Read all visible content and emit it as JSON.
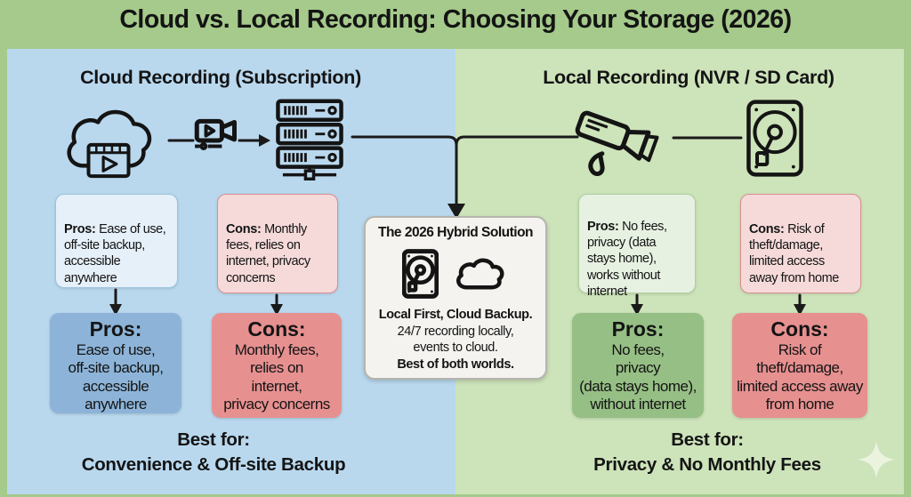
{
  "title": "Cloud vs. Local Recording: Choosing Your Storage (2026)",
  "left": {
    "header": "Cloud Recording (Subscription)",
    "pros_note": {
      "label": "Pros:",
      "text": " Ease of use,\noff-site backup,\naccessible\nanywhere"
    },
    "cons_note": {
      "label": "Cons:",
      "text": " Monthly\nfees, relies on\ninternet, privacy\nconcerns"
    },
    "pros_box": {
      "heading": "Pros:",
      "body": "Ease of use,\noff-site backup,\naccessible\nanywhere"
    },
    "cons_box": {
      "heading": "Cons:",
      "body": "Monthly fees,\nrelies on\ninternet,\nprivacy concerns"
    },
    "best_for_label": "Best for:",
    "best_for_value": "Convenience & Off-site Backup"
  },
  "right": {
    "header": "Local Recording (NVR / SD Card)",
    "pros_note": {
      "label": "Pros:",
      "text": " No fees,\nprivacy (data\nstays home),\nworks without\ninternet"
    },
    "cons_note": {
      "label": "Cons:",
      "text": " Risk of\ntheft/damage,\nlimited access\naway from home"
    },
    "pros_box": {
      "heading": "Pros:",
      "body": "No fees,\nprivacy\n(data stays home),\nwithout internet"
    },
    "cons_box": {
      "heading": "Cons:",
      "body": "Risk of\ntheft/damage,\nlimited access away\nfrom home"
    },
    "best_for_label": "Best for:",
    "best_for_value": "Privacy & No Monthly Fees"
  },
  "hybrid": {
    "title": "The 2026 Hybrid Solution",
    "line1": "Local First, Cloud Backup.",
    "line2": "24/7 recording locally,",
    "line3": "events to cloud.",
    "line4": "Best of both worlds."
  },
  "icons": {
    "cloud_video": "cloud-with-video-icon",
    "video_camera": "video-camera-icon",
    "server_rack": "server-rack-icon",
    "cctv": "security-camera-icon",
    "hard_drive": "hard-drive-icon",
    "cloud": "cloud-icon",
    "sparkle": "sparkle-icon"
  },
  "colors": {
    "banner_green": "#a5ca8b",
    "left_panel_blue": "#b9d8ee",
    "right_panel_green": "#cde3ba",
    "pros_note_blue_bg": "#e6f0f9",
    "pros_note_blue_border": "#9dc2de",
    "pros_note_green_bg": "#e7f1e2",
    "pros_note_green_border": "#aed0a0",
    "cons_note_bg": "#f6dada",
    "cons_note_border": "#d98f8f",
    "pros_big_blue": "#8db4d8",
    "pros_big_green": "#96bf85",
    "cons_big_red": "#e79090",
    "hybrid_bg": "#f4f3ef",
    "hybrid_border": "#b6b5ae",
    "ink": "#141414"
  }
}
